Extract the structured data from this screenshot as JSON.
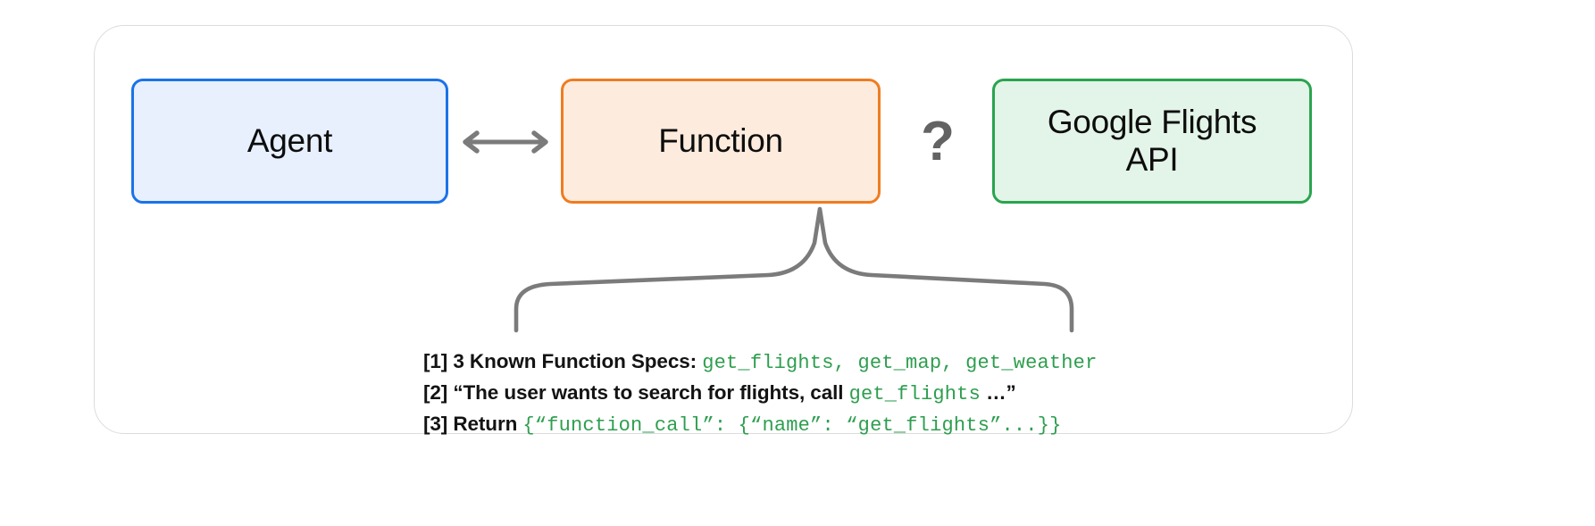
{
  "diagram": {
    "title_absent": true,
    "colors": {
      "agent_border": "#1a73e8",
      "agent_fill": "#e8f0fe",
      "function_border": "#ef7c20",
      "function_fill": "#fdebdd",
      "api_border": "#2aa44f",
      "api_fill": "#e3f4e8",
      "connector_gray": "#7b7b7b",
      "panel_border": "#dcdcdc",
      "code_green": "#2e9e4f",
      "text_black": "#131313"
    },
    "nodes": [
      {
        "id": "agent",
        "label": "Agent"
      },
      {
        "id": "function",
        "label": "Function"
      },
      {
        "id": "api",
        "label": "Google Flights\nAPI"
      }
    ],
    "connectors": [
      {
        "id": "agent-function",
        "type": "double-arrow",
        "from": "agent",
        "to": "function"
      },
      {
        "id": "function-api",
        "type": "question-mark",
        "symbol": "?",
        "from": "function",
        "to": "api"
      },
      {
        "id": "function-brace",
        "type": "curly-brace",
        "from": "function",
        "to": "steps"
      }
    ],
    "steps": [
      {
        "index": "[1]",
        "text": " 3 Known Function Specs: ",
        "code": "get_flights, get_map, get_weather",
        "tail": ""
      },
      {
        "index": "[2]",
        "text": " “The user wants to search for flights, call ",
        "code": "get_flights",
        "tail": " …”"
      },
      {
        "index": "[3]",
        "text": " Return ",
        "code": "{“function_call”: {“name”: “get_flights”...}}",
        "tail": ""
      }
    ]
  }
}
